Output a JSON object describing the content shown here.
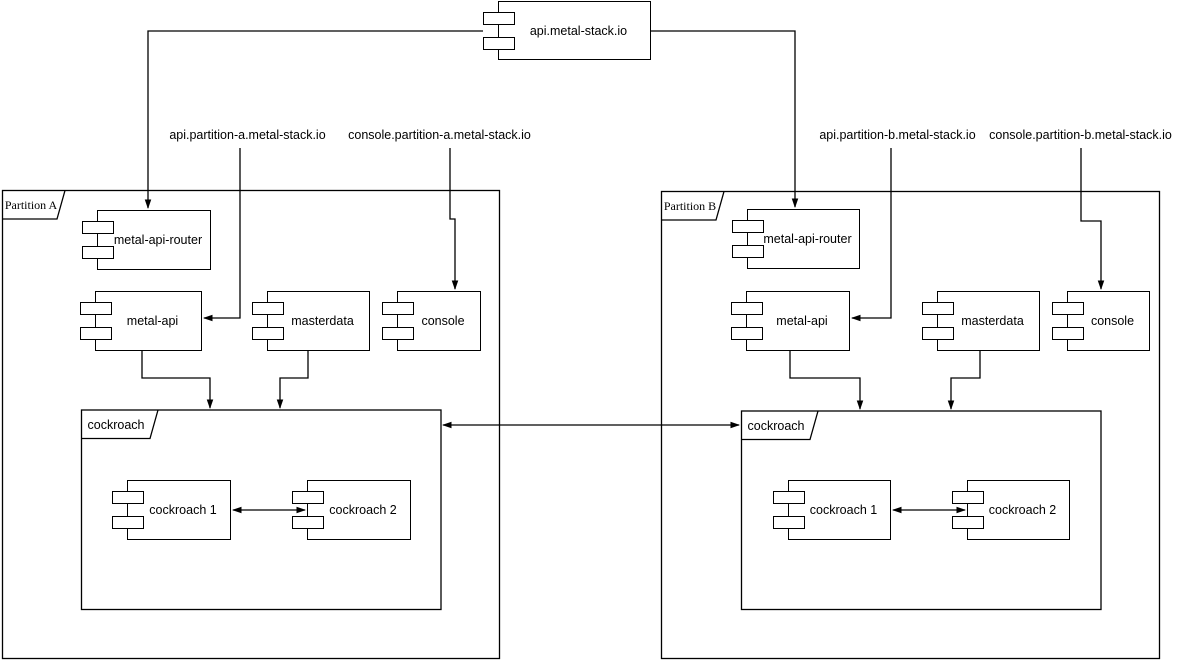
{
  "diagram_type": "uml-component-diagram",
  "root_component": {
    "label": "api.metal-stack.io"
  },
  "dns": {
    "api_a": "api.partition-a.metal-stack.io",
    "console_a": "console.partition-a.metal-stack.io",
    "api_b": "api.partition-b.metal-stack.io",
    "console_b": "console.partition-b.metal-stack.io"
  },
  "partition_a": {
    "label": "Partition A",
    "components": {
      "router": "metal-api-router",
      "api": "metal-api",
      "masterdata": "masterdata",
      "console": "console"
    },
    "cockroach": {
      "label": "cockroach",
      "node1": "cockroach 1",
      "node2": "cockroach 2"
    }
  },
  "partition_b": {
    "label": "Partition B",
    "components": {
      "router": "metal-api-router",
      "api": "metal-api",
      "masterdata": "masterdata",
      "console": "console"
    },
    "cockroach": {
      "label": "cockroach",
      "node1": "cockroach 1",
      "node2": "cockroach 2"
    }
  },
  "colors": {
    "stroke": "#000000",
    "fill": "#ffffff",
    "text": "#000000"
  }
}
